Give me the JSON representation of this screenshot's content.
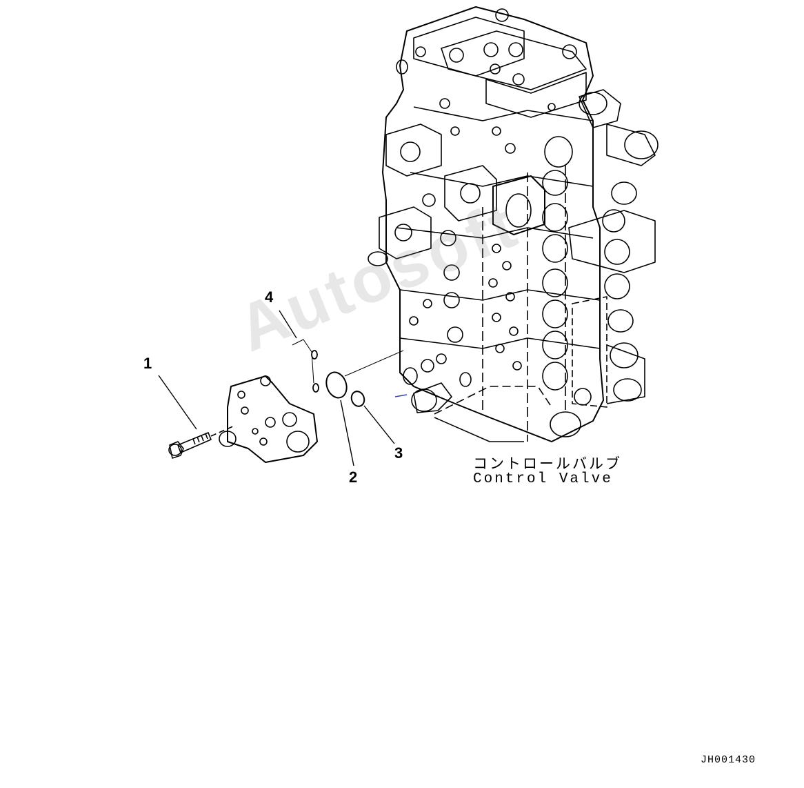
{
  "callouts": {
    "c1": "1",
    "c2": "2",
    "c3": "3",
    "c4": "4"
  },
  "valve_label": {
    "japanese": "コントロールバルブ",
    "english": "Control Valve"
  },
  "drawing_code": "JH001430",
  "watermark": "Autosoft",
  "colors": {
    "line": "#000000",
    "background": "#ffffff",
    "watermark": "#787878"
  }
}
